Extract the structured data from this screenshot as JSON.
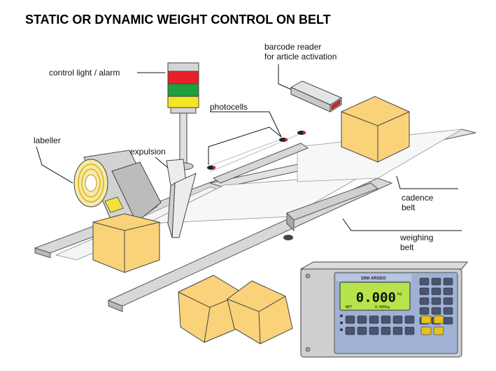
{
  "title": "STATIC OR DYNAMIC WEIGHT CONTROL ON BELT",
  "labels": {
    "barcode_line1": "barcode reader",
    "barcode_line2": "for article activation",
    "control_light": "control light / alarm",
    "photocells": "photocells",
    "labeller": "labeller",
    "expulsion": "expulsion",
    "cadence_line1": "cadence",
    "cadence_line2": "belt",
    "weighing_line1": "weighing",
    "weighing_line2": "belt"
  },
  "indicator": {
    "brand": "DINI ARGEO",
    "display_value": "0.000",
    "display_unit": "kg",
    "net_label": "NET",
    "sub_value": "0.000kg"
  },
  "colors": {
    "box": "#f9d27a",
    "lamp_red": "#e8202a",
    "lamp_green": "#1fa040",
    "lamp_yellow": "#f5e625",
    "reader_window": "#e02020",
    "panel_blue": "#9fb2d6",
    "lcd_green": "#b7e34b"
  }
}
